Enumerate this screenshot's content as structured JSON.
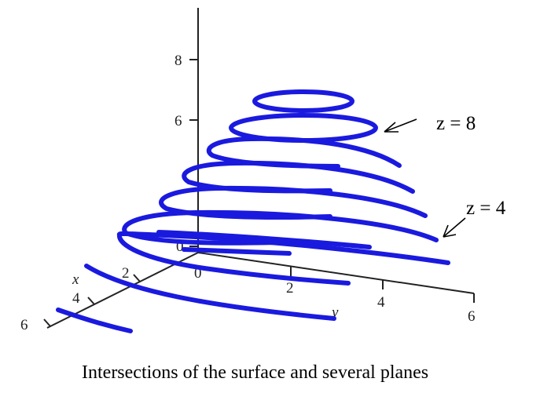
{
  "z_axis": {
    "ticks": [
      "8",
      "6",
      "0"
    ]
  },
  "x_axis": {
    "label": "x",
    "ticks": [
      "2",
      "4",
      "6"
    ]
  },
  "y_axis": {
    "label": "y",
    "ticks": [
      "0",
      "2",
      "4",
      "6"
    ]
  },
  "annotations": {
    "upper": "z = 8",
    "lower": "z = 4"
  },
  "caption": "Intersections of the surface and several planes",
  "colors": {
    "curve": "#1a1adf",
    "axes": "#222222"
  }
}
